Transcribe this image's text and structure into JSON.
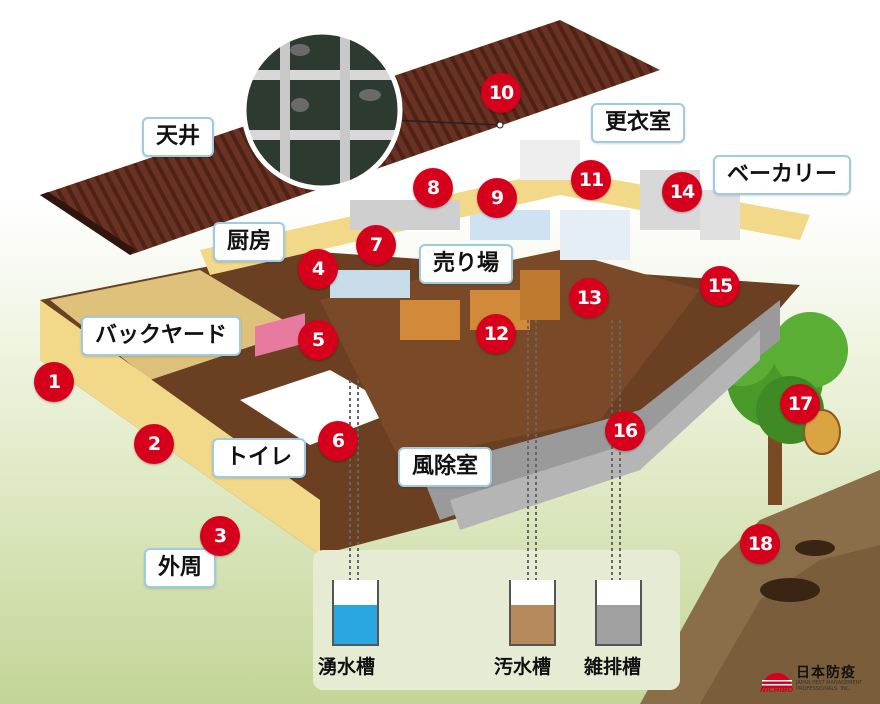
{
  "areas": {
    "ceiling": "天井",
    "locker_room": "更衣室",
    "bakery": "ベーカリー",
    "kitchen": "厨房",
    "sales_floor": "売り場",
    "backyard": "バックヤード",
    "toilet": "トイレ",
    "windbreak_room": "風除室",
    "perimeter": "外周"
  },
  "markers": [
    "1",
    "2",
    "3",
    "4",
    "5",
    "6",
    "7",
    "8",
    "9",
    "10",
    "11",
    "12",
    "13",
    "14",
    "15",
    "16",
    "17",
    "18"
  ],
  "tanks": {
    "spring_water": "湧水槽",
    "sewage": "汚水槽",
    "drain": "雑排槽"
  },
  "logo": {
    "name_jp": "日本防疫",
    "name_en": "JAPAN PEST MANAGEMENT PROFESSIONALS, INC.",
    "brand": "NICHIBO"
  },
  "colors": {
    "marker_red": "#d7001c",
    "label_border": "#9ecbe0",
    "roof": "#5a2a1e",
    "floor": "#6b3f22",
    "wall": "#f2d889",
    "ground": "#c9d9a0"
  }
}
